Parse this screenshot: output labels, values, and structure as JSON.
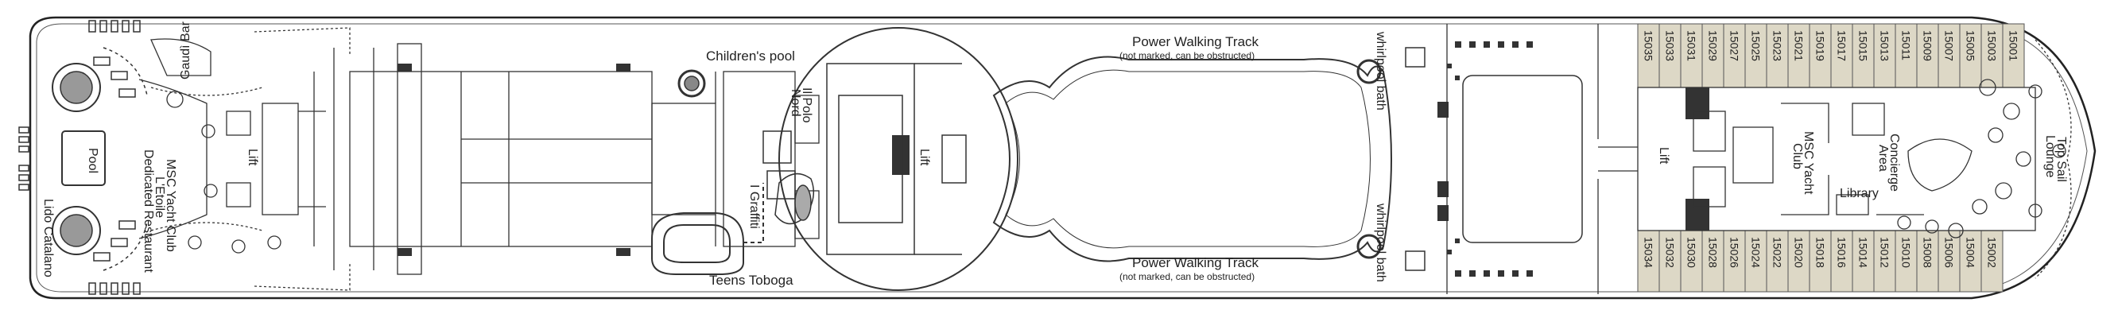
{
  "deck": {
    "colors": {
      "hull": "#222222",
      "cabin_fill": "#ddd8c6",
      "background": "#ffffff"
    },
    "labels": {
      "gaudi_bar": "Gaudì Bar",
      "lido_catalano": "Lido Catalano",
      "pool": "Pool",
      "msc_yacht_club_left": "MSC Yacht Club",
      "letoile": "L'Etoile",
      "dedicated_restaurant": "Dedicated Restaurant",
      "lift_1": "Lift",
      "childrens_pool": "Children's pool",
      "il_polo_nord_1": "Il Polo",
      "il_polo_nord_2": "Nord",
      "lift_2": "Lift",
      "graffiti": "I Graffiti",
      "teens_toboga": "Teens Toboga",
      "power_walking_top": "Power Walking Track",
      "power_walking_top_note": "(not marked, can be obstructed)",
      "power_walking_bottom": "Power Walking Track",
      "power_walking_bottom_note": "(not marked, can be obstructed)",
      "whirlpool_bath_top": "whirlpool bath",
      "whirlpool_bath_bottom": "whirlpool bath",
      "lift_3": "Lift",
      "msc_yacht_club_right_1": "MSC Yacht",
      "msc_yacht_club_right_2": "Club",
      "concierge_1": "Concierge",
      "concierge_2": "Area",
      "library": "Library",
      "top_sail_1": "Top Sail",
      "top_sail_2": "Lounge"
    },
    "cabins_top": [
      "15035",
      "15033",
      "15031",
      "15029",
      "15027",
      "15025",
      "15023",
      "15021",
      "15019",
      "15017",
      "15015",
      "15013",
      "15011",
      "15009",
      "15007",
      "15005",
      "15003",
      "15001"
    ],
    "cabins_bottom": [
      "15034",
      "15032",
      "15030",
      "15028",
      "15026",
      "15024",
      "15022",
      "15020",
      "15018",
      "15016",
      "15014",
      "15012",
      "15010",
      "15008",
      "15006",
      "15004",
      "15002"
    ]
  }
}
